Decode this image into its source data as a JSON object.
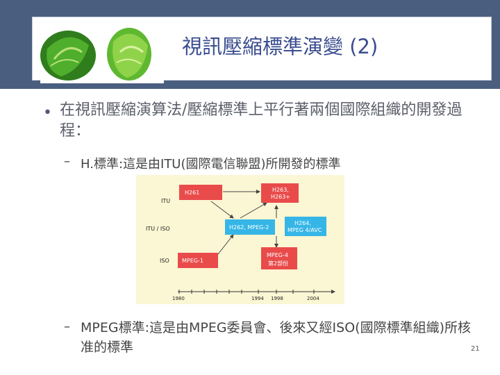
{
  "slide": {
    "title": "視訊壓縮標準演變 (2)",
    "bullet": "在視訊壓縮演算法/壓縮標準上平行著兩個國際組織的開發過程：",
    "sub1": "H.標準:這是由ITU(國際電信聯盟)所開發的標準",
    "sub2": "MPEG標準:這是由MPEG委員會、後來又經ISO(國際標準組織)所核准的標準",
    "page_number": "21"
  },
  "diagram": {
    "rows": {
      "itu": "ITU",
      "ituiso": "ITU / ISO",
      "iso": "ISO"
    },
    "boxes": {
      "h261": "H261",
      "h263_l1": "H263,",
      "h263_l2": "H263+",
      "h262": "H262, MPEG-2",
      "h264_l1": "H264,",
      "h264_l2": "MPEG 4/AVC",
      "mpeg1": "MPEG-1",
      "mpeg4_l1": "MPEG-4",
      "mpeg4_l2": "第2部份"
    },
    "years": [
      "1980",
      "1994",
      "1998",
      "2004"
    ],
    "colors": {
      "red_box": "#e94b4b",
      "blue_box": "#35b6e6",
      "background": "#fbf6d3",
      "header": "#4a5e80"
    }
  }
}
